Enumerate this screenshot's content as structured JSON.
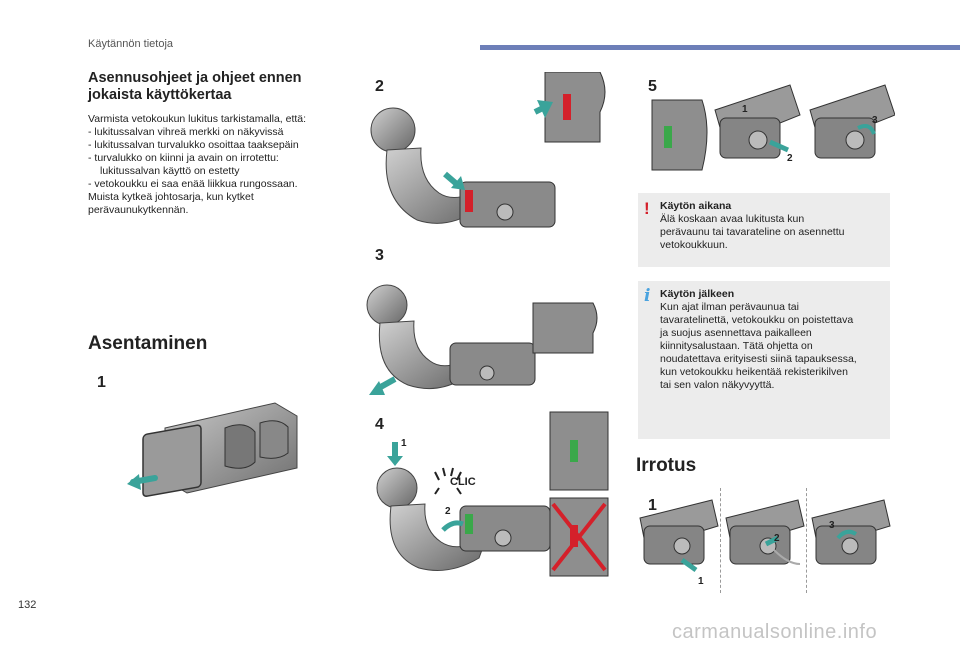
{
  "header": {
    "section_title": "Käytännön tietoja"
  },
  "left": {
    "heading_line1": "Asennusohjeet ja ohjeet ennen",
    "heading_line2": "jokaista käyttökertaa",
    "paragraph": [
      "Varmista vetokoukun lukitus tarkistamalla, että:",
      "-   lukitussalvan vihreä merkki on näkyvissä",
      "-   lukitussalvan turvalukko osoittaa taaksepäin",
      "-   turvalukko on kiinni ja avain on irrotettu:",
      "lukitussalvan käyttö on estetty",
      "-   vetokoukku ei saa enää liikkua rungossaan.",
      "Muista kytkeä johtosarja, kun kytket",
      "perävaunukytkennän."
    ],
    "mount_heading": "Asentaminen"
  },
  "steps": {
    "s1": "1",
    "s2": "2",
    "s3": "3",
    "s4": "4",
    "s5": "5",
    "r1": "1"
  },
  "callouts": {
    "a": "1",
    "b": "2",
    "c": "3",
    "clic": "CLIC"
  },
  "notes": {
    "warning": {
      "title": "Käytön aikana",
      "lines": [
        "Älä koskaan avaa lukitusta kun",
        "perävaunu tai tavarateline on asennettu",
        "vetokoukkuun."
      ]
    },
    "info": {
      "title": "Käytön jälkeen",
      "lines": [
        "Kun ajat ilman perävaunua tai",
        "tavaratelinettä, vetokoukku on poistettava",
        "ja suojus asennettava paikalleen",
        "kiinnitysalustaan. Tätä ohjetta on",
        "noudatettava erityisesti siinä tapauksessa,",
        "kun vetokoukku heikentää rekisterikilven",
        "tai sen valon näkyvyyttä."
      ]
    }
  },
  "removal_heading": "Irrotus",
  "footer": {
    "page_number": "132",
    "watermark": "carmanualsonline.info"
  },
  "colors": {
    "accent_bar": "#6d7fb8",
    "arrow_teal": "#3aa39a",
    "lock_green": "#3aa84a",
    "lock_red": "#d4202a",
    "metal": "#8e8e8e"
  }
}
